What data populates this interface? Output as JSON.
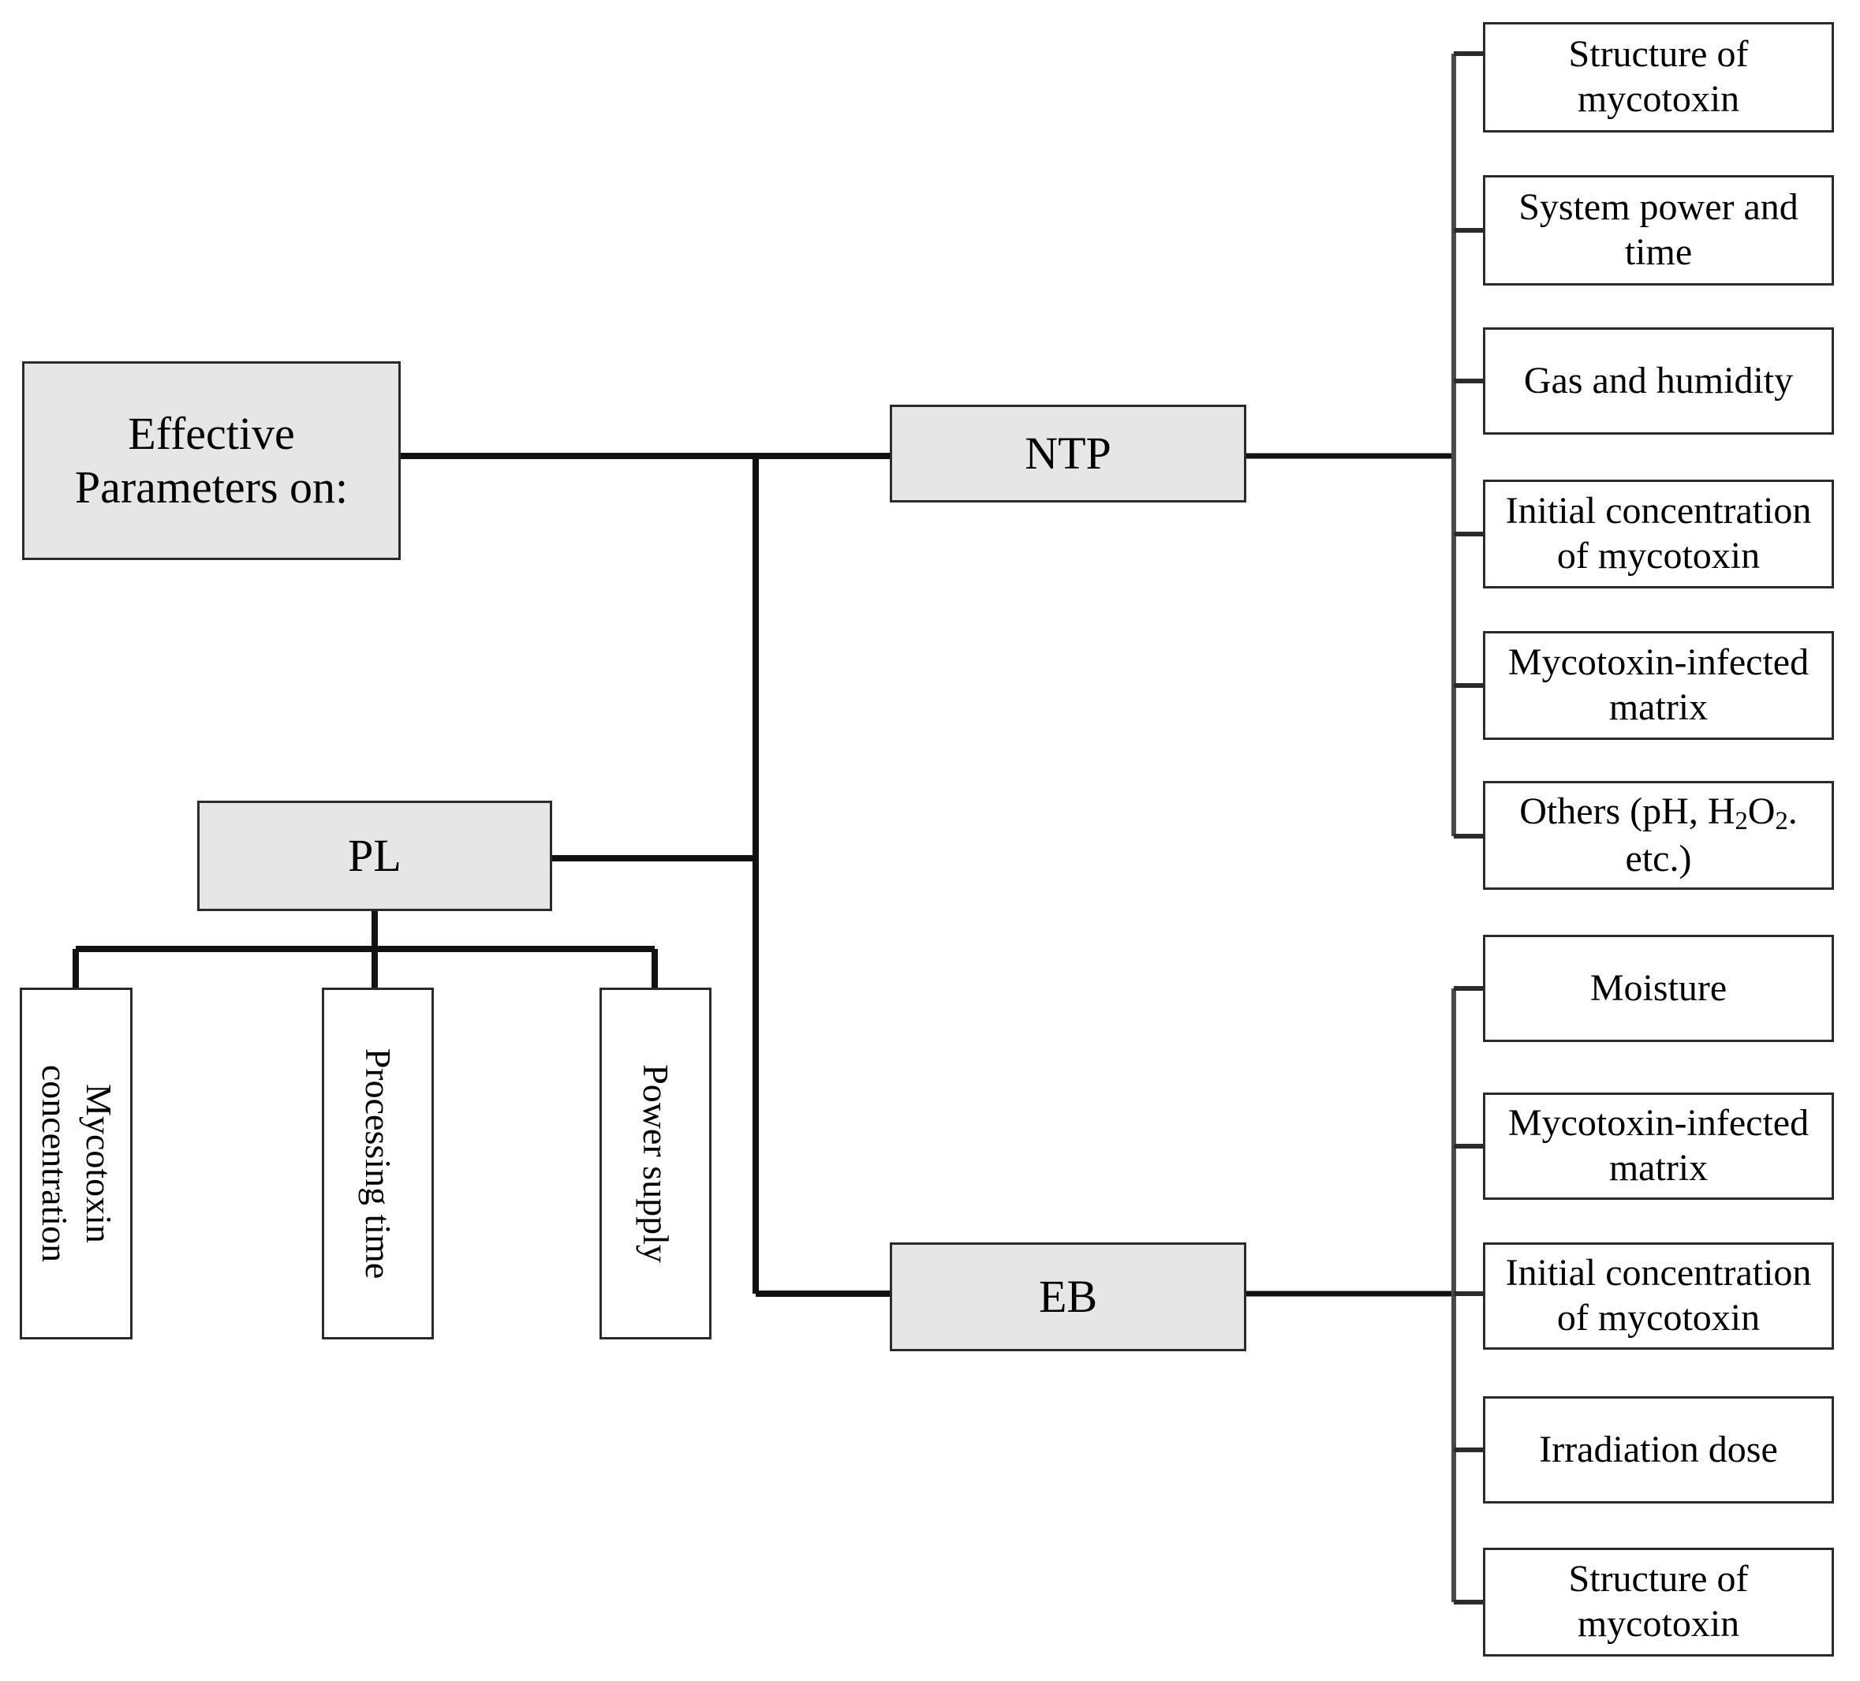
{
  "diagram": {
    "title": "Effective parameters on mycotoxin degradation by NTP, PL and EB",
    "type": "tree",
    "colors": {
      "shaded_fill": "#e6e6e6",
      "plain_fill": "#ffffff",
      "border": "#2b2b2b",
      "connector": "#111111",
      "bus": "#4a4a4a",
      "background": "#ffffff"
    }
  },
  "root": {
    "label": "Effective\nParameters on:",
    "line1": "Effective",
    "line2": "Parameters on:"
  },
  "branches": [
    {
      "id": "ntp",
      "label": "NTP",
      "factors": [
        {
          "id": "ntp-f0",
          "label": "Structure of\nmycotoxin",
          "line1": "Structure of",
          "line2": "mycotoxin"
        },
        {
          "id": "ntp-f1",
          "label": "System power and\ntime",
          "line1": "System power and",
          "line2": "time"
        },
        {
          "id": "ntp-f2",
          "label": "Gas and  humidity",
          "line1": "Gas and  humidity",
          "line2": ""
        },
        {
          "id": "ntp-f3",
          "label": "Initial concentration\nof mycotoxin",
          "line1": "Initial  concentration",
          "line2": "of mycotoxin"
        },
        {
          "id": "ntp-f4",
          "label": "Mycotoxin-infected\nmatrix",
          "line1": "Mycotoxin-infected",
          "line2": "matrix"
        },
        {
          "id": "ntp-f5",
          "label": "Others (pH, H2O2. etc.)",
          "line1_pre": "Others (pH, H",
          "line1_sub1": "2",
          "line1_mid": "O",
          "line1_sub2": "2",
          "line1_post": ".",
          "line2": "etc.)"
        }
      ]
    },
    {
      "id": "pl",
      "label": "PL",
      "factors": [
        {
          "id": "pl-c0",
          "label": "Mycotoxin\nconcentration",
          "line1": "Mycotoxin",
          "line2": "concentration",
          "orientation": "vertical"
        },
        {
          "id": "pl-c1",
          "label": "Processing time",
          "line1": "Processing time",
          "line2": "",
          "orientation": "vertical"
        },
        {
          "id": "pl-c2",
          "label": "Power supply",
          "line1": "Power supply",
          "line2": "",
          "orientation": "vertical"
        }
      ]
    },
    {
      "id": "eb",
      "label": "EB",
      "factors": [
        {
          "id": "eb-f0",
          "label": "Moisture",
          "line1": "Moisture",
          "line2": ""
        },
        {
          "id": "eb-f1",
          "label": "Mycotoxin-infected\nmatrix",
          "line1": "Mycotoxin-infected",
          "line2": "matrix"
        },
        {
          "id": "eb-f2",
          "label": "Initial concentration\nof mycotoxin",
          "line1": "Initial  concentration",
          "line2": "of mycotoxin"
        },
        {
          "id": "eb-f3",
          "label": "Irradiation dose",
          "line1": "Irradiation  dose",
          "line2": ""
        },
        {
          "id": "eb-f4",
          "label": "Structure of\nmycotoxin",
          "line1": "Structure of",
          "line2": "mycotoxin"
        }
      ]
    }
  ]
}
